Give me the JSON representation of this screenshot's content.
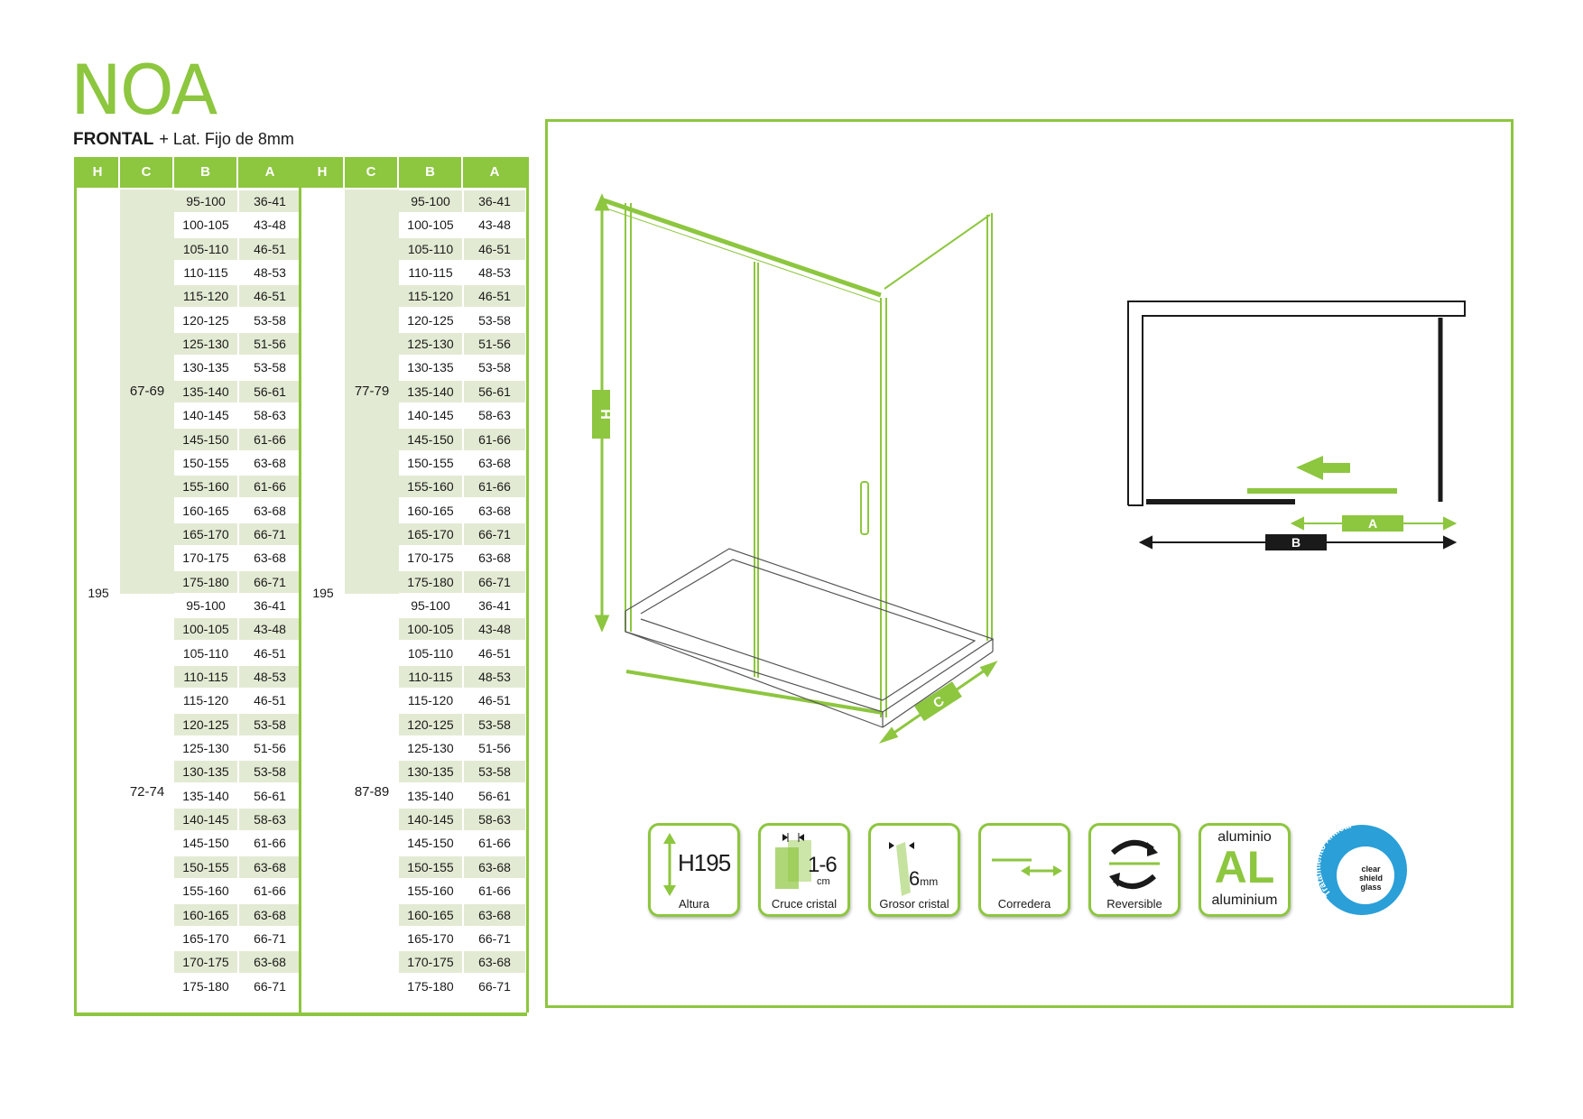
{
  "product": {
    "name": "NOA",
    "type": "FRONTAL",
    "detail": "+ Lat. Fijo de 8mm"
  },
  "table": {
    "headers": [
      "H",
      "C",
      "B",
      "A"
    ],
    "height": "195",
    "c_left": [
      "67-69",
      "72-74"
    ],
    "c_right": [
      "77-79",
      "87-89"
    ],
    "rows": [
      {
        "b": "95-100",
        "a": "36-41"
      },
      {
        "b": "100-105",
        "a": "43-48"
      },
      {
        "b": "105-110",
        "a": "46-51"
      },
      {
        "b": "110-115",
        "a": "48-53"
      },
      {
        "b": "115-120",
        "a": "46-51"
      },
      {
        "b": "120-125",
        "a": "53-58"
      },
      {
        "b": "125-130",
        "a": "51-56"
      },
      {
        "b": "130-135",
        "a": "53-58"
      },
      {
        "b": "135-140",
        "a": "56-61"
      },
      {
        "b": "140-145",
        "a": "58-63"
      },
      {
        "b": "145-150",
        "a": "61-66"
      },
      {
        "b": "150-155",
        "a": "63-68"
      },
      {
        "b": "155-160",
        "a": "61-66"
      },
      {
        "b": "160-165",
        "a": "63-68"
      },
      {
        "b": "165-170",
        "a": "66-71"
      },
      {
        "b": "170-175",
        "a": "63-68"
      },
      {
        "b": "175-180",
        "a": "66-71"
      }
    ]
  },
  "diagram": {
    "h_label": "H",
    "c_label": "C",
    "a_label": "A",
    "b_label": "B"
  },
  "features": [
    {
      "icon": "height-arrow-icon",
      "main": "H195",
      "label": "Altura"
    },
    {
      "icon": "glass-overlap-icon",
      "main": "1-6",
      "unit": "cm",
      "label": "Cruce cristal"
    },
    {
      "icon": "glass-thickness-icon",
      "main": "6",
      "unit": "mm",
      "label": "Grosor cristal"
    },
    {
      "icon": "sliding-arrow-icon",
      "label": "Corredera"
    },
    {
      "icon": "reversible-arrows-icon",
      "label": "Reversible"
    },
    {
      "icon": "aluminium-icon",
      "top": "aluminio",
      "main": "AL",
      "bottom": "aluminium"
    }
  ],
  "badge": {
    "arc_text": "Tratamiento Antical",
    "lines": [
      "clear",
      "shield",
      "glass"
    ]
  },
  "colors": {
    "accent": "#8dc63f",
    "shade": "#e3ead3",
    "badge_blue": "#2a9fd8"
  }
}
